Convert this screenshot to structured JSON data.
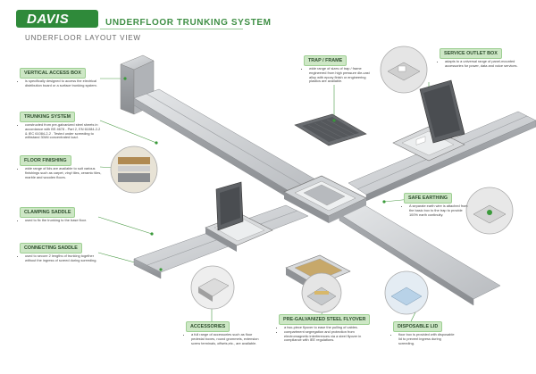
{
  "header": {
    "brand": "DAVIS",
    "title": "UNDERFLOOR TRUNKING SYSTEM",
    "subtitle": "UNDERFLOOR LAYOUT VIEW"
  },
  "labels": {
    "vertical_access_box": {
      "title": "VERTICAL ACCESS BOX",
      "text": "is specifically designed to access the electrical distribution board or a surface trunking system."
    },
    "trunking_system": {
      "title": "TRUNKING SYSTEM",
      "text": "constructed from pre-galvanized steel sheets in accordance with BS 4678 - Part 2, EN 61084-2-2 & IEC 61084-2-2 . Tested under screeding to withstand 30kN concentrated load."
    },
    "floor_finishing": {
      "title": "FLOOR FINISHING",
      "text": "wide range of lids are available to suit various finishings such as carpet, vinyl tiles, ceramic tiles, marble and wooden floors."
    },
    "clamping_saddle": {
      "title": "CLAMPING SADDLE",
      "text": "used to fix the trunking to the base floor."
    },
    "connecting_saddle": {
      "title": "CONNECTING SADDLE",
      "text": "used to secure 2 lengths of trunking together without the ingress of screed during screeding."
    },
    "trap_frame": {
      "title": "TRAP / FRAME",
      "text": "wide range of sizes of trap / frame engineered from high pressure die-cast alloy with epoxy finish or engineering plastics are available."
    },
    "service_outlet_box": {
      "title": "SERVICE OUTLET BOX",
      "text": "adapts to a universal range of panel-mounted accessories for power, data and voice services."
    },
    "safe_earthing": {
      "title": "SAFE EARTHING",
      "text": "A separate earth wire is attached from the basic box to the trap to provide 100% earth continuity."
    },
    "accessories": {
      "title": "ACCESSORIES",
      "text": "a full range of accessories such as floor pedestal boxes, round grommets, extension screw terminals, offsets,etc., are available."
    },
    "flyover": {
      "title": "PRE-GALVANIZED STEEL FLYOVER",
      "text1": "a two-piece flyover to ease the pulling of cables.",
      "text2": "compartment segregation and protection from electromagnetic interferences via a steel flyover in compliance with IEE regulations."
    },
    "disposable_lid": {
      "title": "DISPOSABLE LID",
      "text": "floor box is provided with disposable lid to prevent ingress during screeding."
    }
  },
  "colors": {
    "brand_green": "#2f8a3a",
    "label_bg": "#cde7c5",
    "steel": "#c9ccd0"
  }
}
